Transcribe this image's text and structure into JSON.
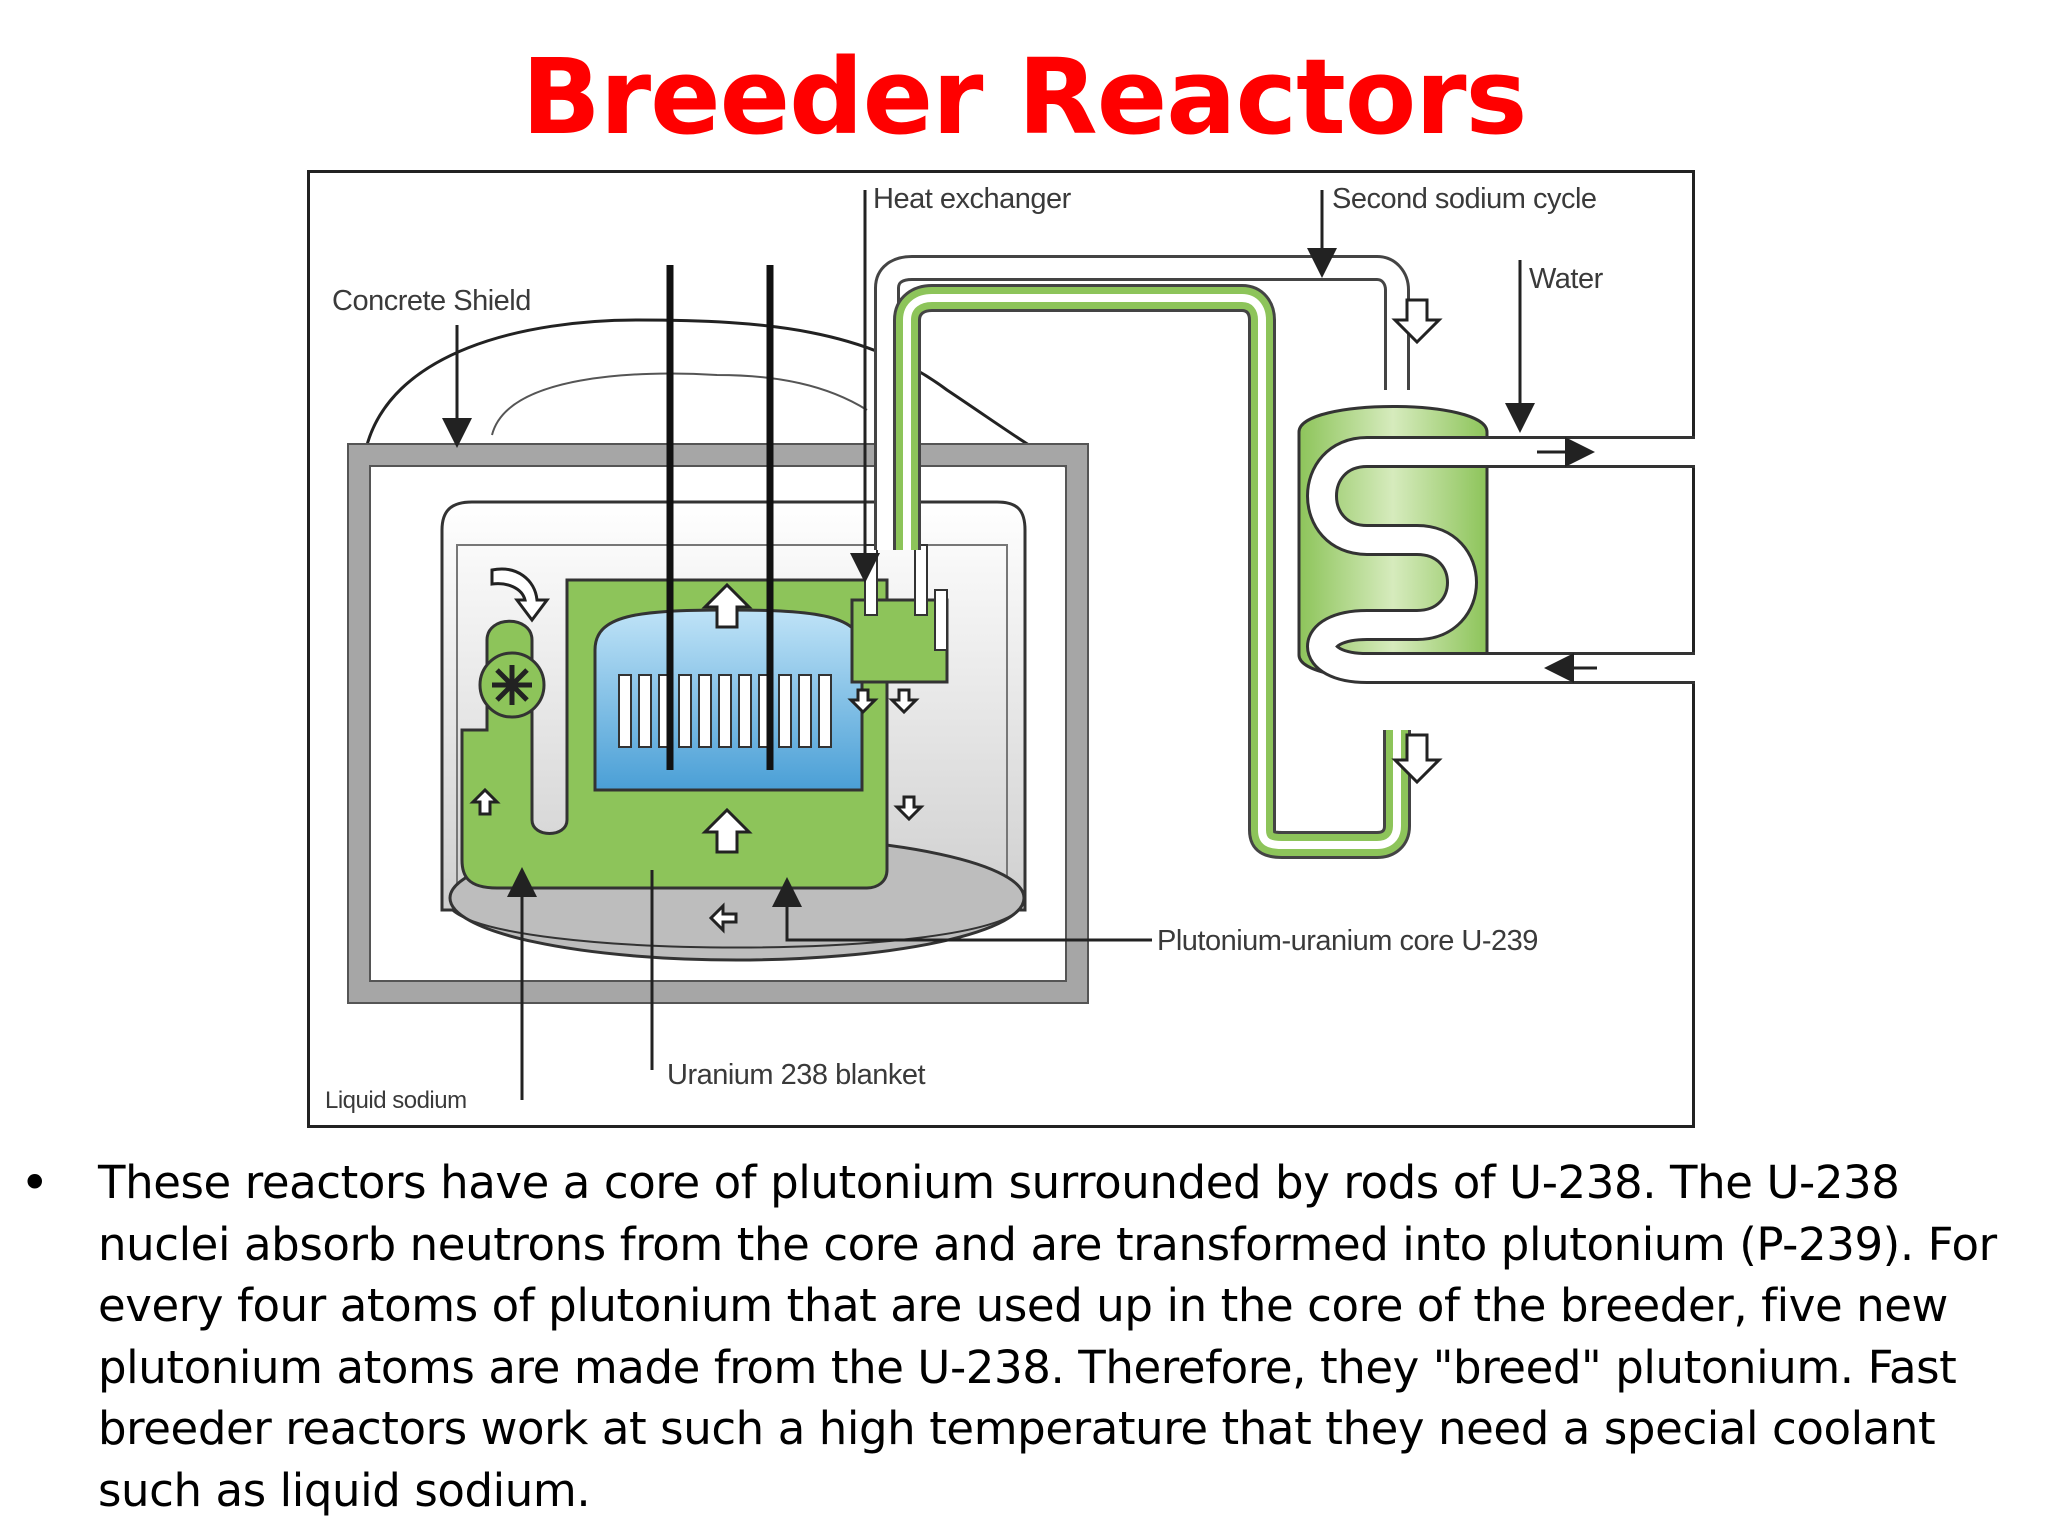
{
  "slide": {
    "title": "Breeder Reactors",
    "bullet_symbol": "•",
    "bullet_text": "These reactors have a core of plutonium surrounded by rods of U-238. The U-238 nuclei absorb neutrons from the core and are transformed into plutonium (P-239). For every four atoms of plutonium that are used up in the core of the breeder, five new plutonium atoms are made from the U-238. Therefore, they \"breed\" plutonium. Fast breeder reactors work at such a high temperature that they need a special coolant such as liquid sodium."
  },
  "diagram": {
    "labels": {
      "heat_exchanger": "Heat exchanger",
      "second_sodium_cycle": "Second sodium cycle",
      "water": "Water",
      "concrete_shield": "Concrete Shield",
      "core": "Plutonium-uranium core U-239",
      "blanket": "Uranium 238 blanket",
      "liquid_sodium": "Liquid sodium"
    },
    "colors": {
      "sodium_green": "#8dc45a",
      "core_blue": "#5aaee0",
      "shield_gray": "#a6a6a6",
      "title_red": "#ff0000"
    }
  }
}
